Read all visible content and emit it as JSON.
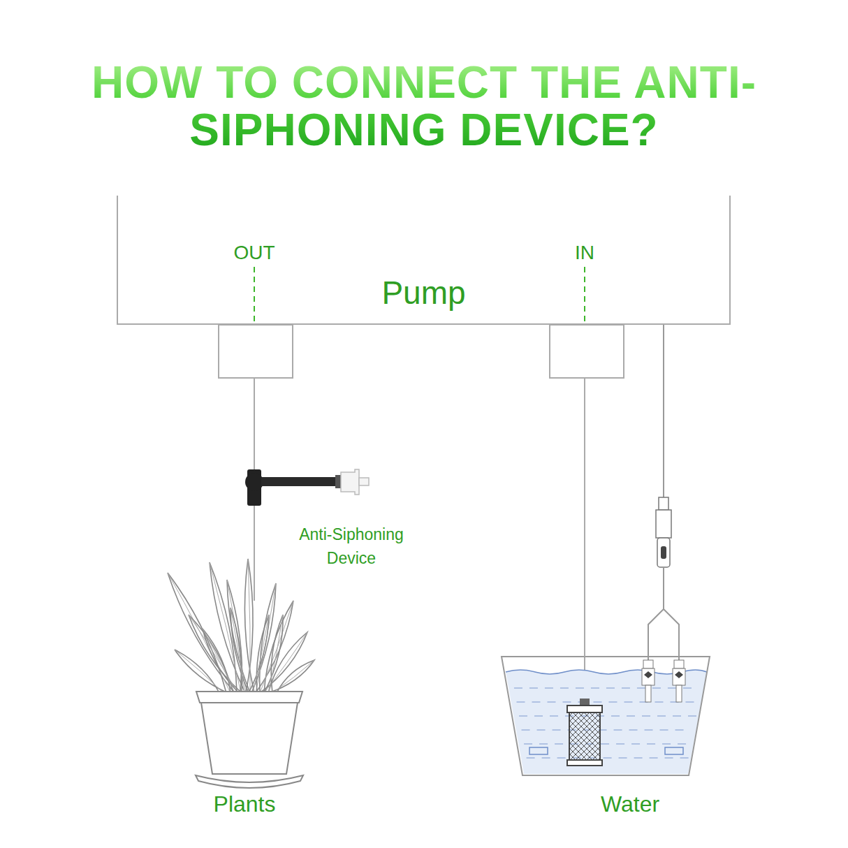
{
  "diagram": {
    "title": "HOW TO CONNECT THE ANTI-SIPHONING DEVICE?",
    "nodes": [
      {
        "text": [
          "Pump"
        ]
      },
      {
        "text": [
          "Plants"
        ]
      },
      {
        "text": [
          "Water"
        ]
      }
    ],
    "edges": [
      {
        "from": 0,
        "to": 1,
        "arrow": "none"
      },
      {
        "from": 0,
        "to": 2,
        "arrow": "none"
      }
    ],
    "labels": [
      "OUT",
      "IN",
      "Anti-Siphoning Device"
    ]
  }
}
